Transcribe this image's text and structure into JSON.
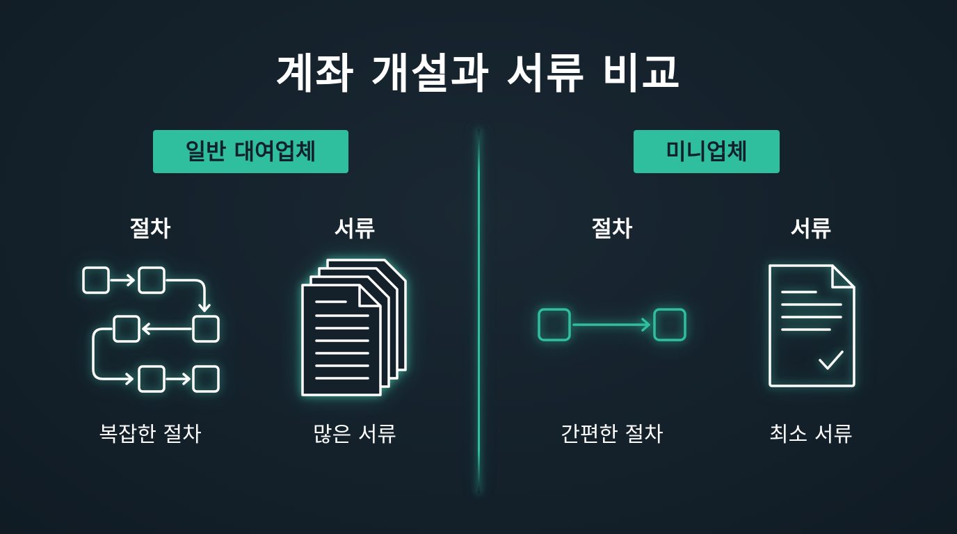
{
  "title": "계좌 개설과 서류 비교",
  "left": {
    "badge": "일반 대여업체",
    "procedure_heading": "절차",
    "documents_heading": "서류",
    "procedure_caption": "복잡한 절차",
    "documents_caption": "많은 서류",
    "procedure_icon": "complex-flow-icon",
    "documents_icon": "document-stack-icon"
  },
  "right": {
    "badge": "미니업체",
    "procedure_heading": "절차",
    "documents_heading": "서류",
    "procedure_caption": "간편한 절차",
    "documents_caption": "최소 서류",
    "procedure_icon": "simple-flow-icon",
    "documents_icon": "single-document-check-icon"
  },
  "colors": {
    "background": "#14212b",
    "accent": "#2fbf9f",
    "text": "#ffffff",
    "badge_text": "#13212a"
  }
}
